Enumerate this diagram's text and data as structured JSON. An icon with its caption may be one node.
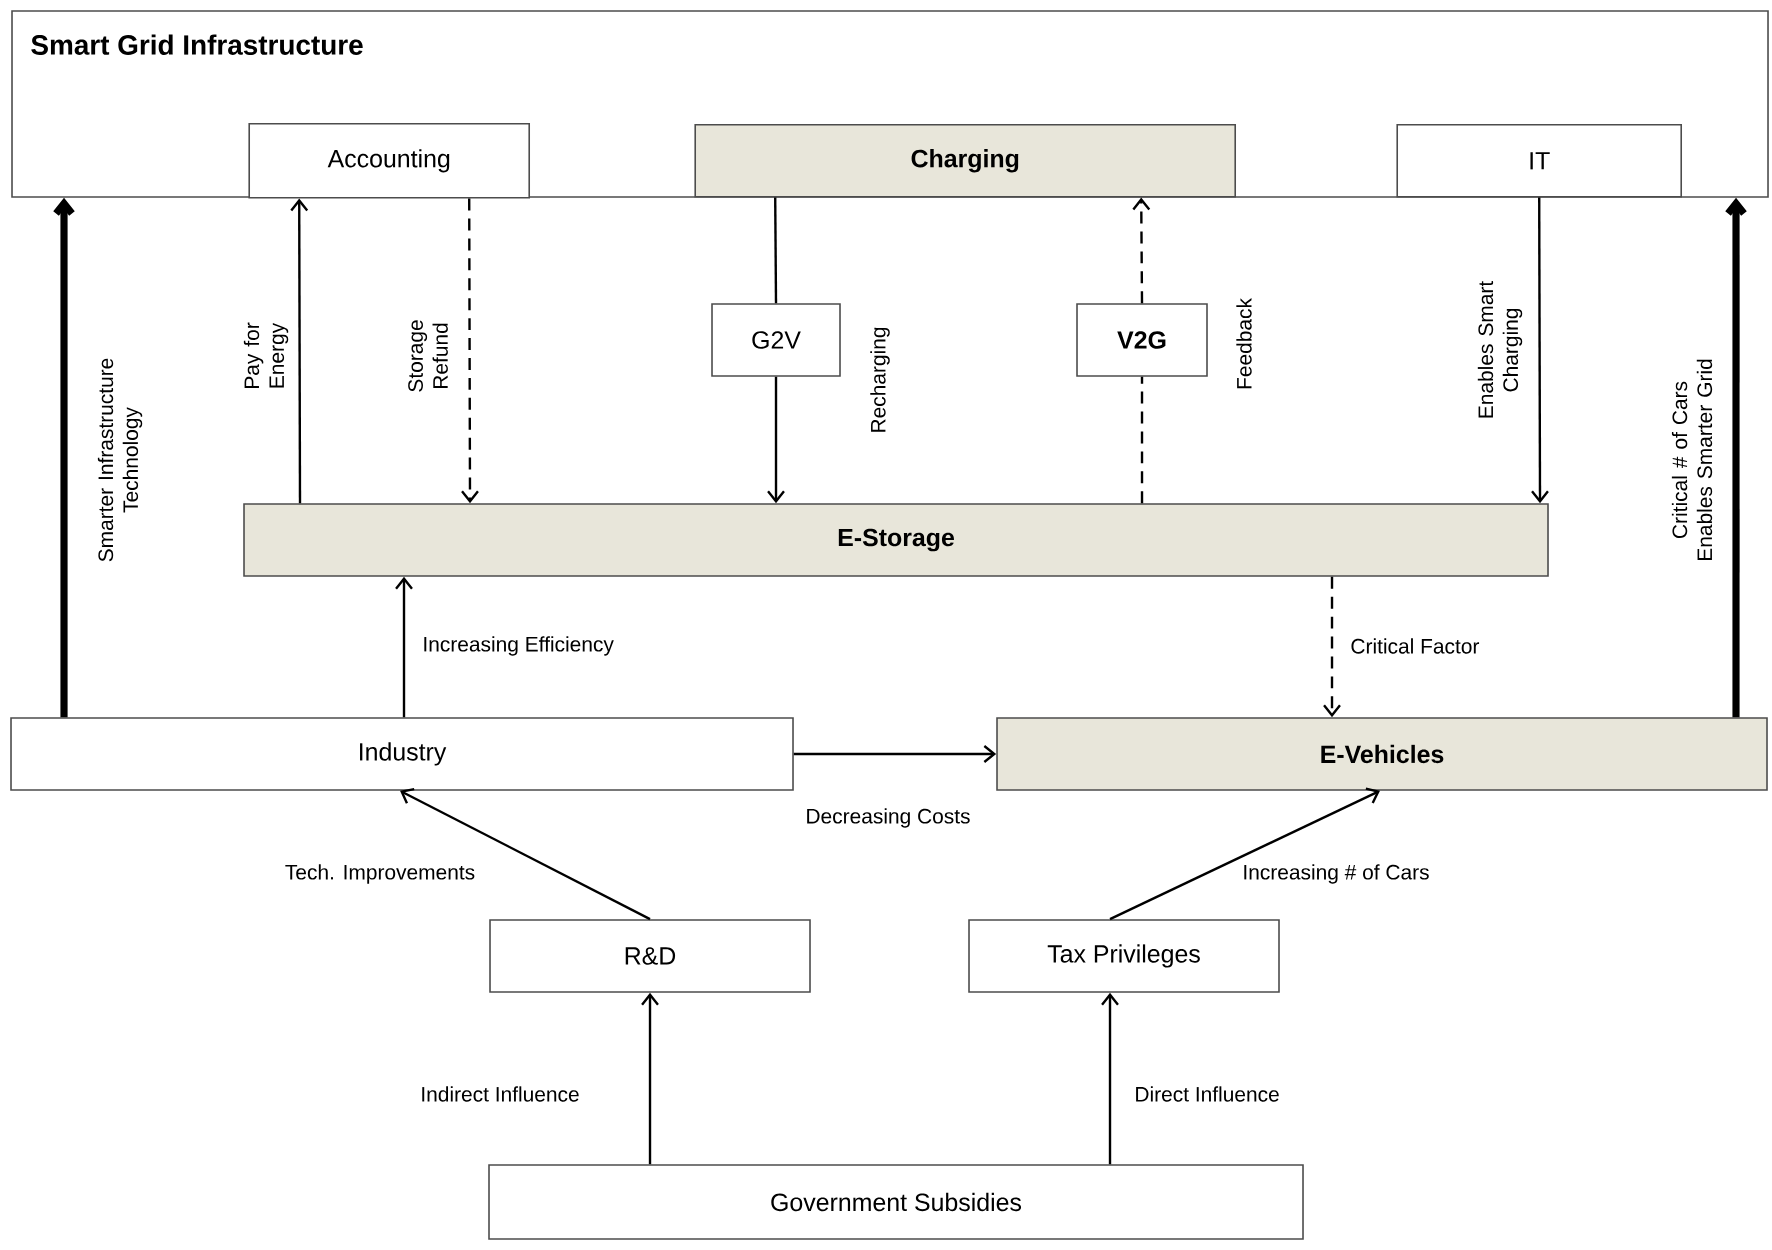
{
  "diagram": {
    "nodes": [
      {
        "text": [
          "Smart Grid Infrastructure"
        ]
      },
      {
        "text": [
          "Accounting"
        ],
        "in": 0
      },
      {
        "text": [
          "Charging"
        ],
        "in": 0
      },
      {
        "text": [
          "IT"
        ],
        "in": 0
      },
      {
        "text": [
          "G2V"
        ]
      },
      {
        "text": [
          "V2G"
        ]
      },
      {
        "text": [
          "E-Storage"
        ]
      },
      {
        "text": [
          "Industry"
        ]
      },
      {
        "text": [
          "E-Vehicles"
        ]
      },
      {
        "text": [
          "R&D"
        ]
      },
      {
        "text": [
          "Tax Privileges"
        ]
      },
      {
        "text": [
          "Government Subsidies"
        ]
      }
    ],
    "edges": [
      {
        "from": 7,
        "to": 0,
        "arrow": "to",
        "style": "thick",
        "label": "Smarter Infrastructure Technology"
      },
      {
        "from": 6,
        "to": 1,
        "arrow": "to",
        "label": "Pay for Energy"
      },
      {
        "from": 1,
        "to": 6,
        "arrow": "to",
        "style": "dashed",
        "label": "Storage Refund"
      },
      {
        "from": 2,
        "to": 4,
        "arrow": "none"
      },
      {
        "from": 4,
        "to": 6,
        "arrow": "to",
        "label": "Recharging"
      },
      {
        "from": 6,
        "to": 5,
        "arrow": "none",
        "style": "dashed"
      },
      {
        "from": 5,
        "to": 2,
        "arrow": "to",
        "style": "dashed",
        "label": "Feedback"
      },
      {
        "from": 3,
        "to": 6,
        "arrow": "to",
        "label": "Enables Smart Charging"
      },
      {
        "from": 8,
        "to": 0,
        "arrow": "to",
        "style": "thick",
        "label": "Critical # of Cars Enables Smarter Grid"
      },
      {
        "from": 7,
        "to": 6,
        "arrow": "to",
        "label": "Increasing Efficiency"
      },
      {
        "from": 6,
        "to": 8,
        "arrow": "to",
        "style": "dashed",
        "label": "Critical Factor"
      },
      {
        "from": 7,
        "to": 8,
        "arrow": "to",
        "label": "Decreasing Costs"
      },
      {
        "from": 9,
        "to": 7,
        "arrow": "to",
        "label": "Tech. Improvements"
      },
      {
        "from": 10,
        "to": 8,
        "arrow": "to",
        "label": "Increasing # of Cars"
      },
      {
        "from": 11,
        "to": 9,
        "arrow": "to",
        "label": "Indirect Influence"
      },
      {
        "from": 11,
        "to": 10,
        "arrow": "to",
        "label": "Direct Influence"
      }
    ]
  }
}
